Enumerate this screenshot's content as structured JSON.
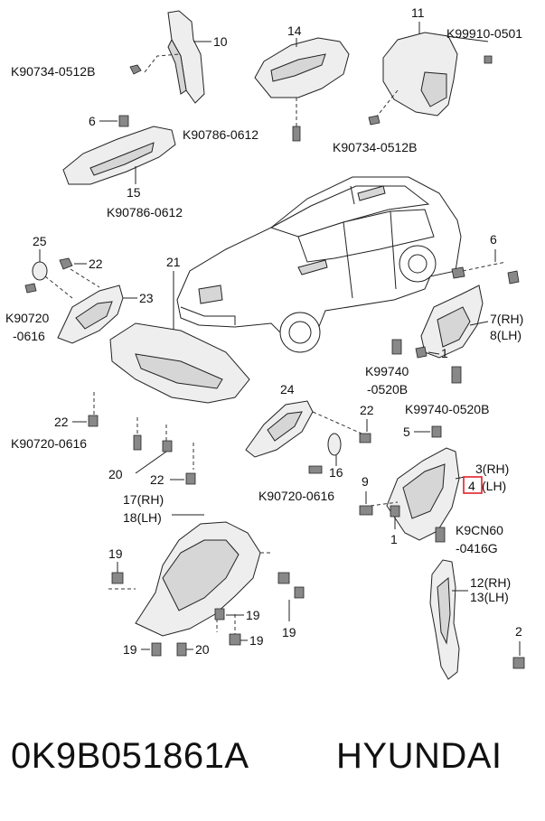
{
  "labels": {
    "l10": "10",
    "l14": "14",
    "l11": "11",
    "k_top_right": "K99910-0501",
    "k_top_left": "K90734-0512B",
    "l6a": "6",
    "k_mid_top": "K90786-0612",
    "k_right_mid": "K90734-0512B",
    "l15": "15",
    "k_left_mid": "K90786-0612",
    "l25": "25",
    "l22a": "22",
    "l21": "21",
    "l6b": "6",
    "l23": "23",
    "k_90720_a": "K90720",
    "k_0616_a": "-0616",
    "l7rh": "7(RH)",
    "l8lh": "8(LH)",
    "l1a": "1",
    "k_99740": "K99740",
    "k_0520b": "-0520B",
    "l24": "24",
    "k_99740_full": "K99740-0520B",
    "l22b": "22",
    "l22c": "22",
    "k_90720_0616_b": "K90720-0616",
    "l5": "5",
    "l20a": "20",
    "l22d": "22",
    "l16": "16",
    "l3rh": "3(RH)",
    "l4": "4",
    "l4lh": "(LH)",
    "l9": "9",
    "k_90720_0616_c": "K90720-0616",
    "l17rh": "17(RH)",
    "l18lh": "18(LH)",
    "k_9cn60": "K9CN60",
    "k_0416g": "-0416G",
    "l1b": "1",
    "l19a": "19",
    "l12rh": "12(RH)",
    "l13lh": "13(LH)",
    "l19b": "19",
    "l19c": "19",
    "l19d": "19",
    "l19e": "19",
    "l20b": "20",
    "l2": "2"
  },
  "footer": {
    "part_number": "0K9B051861A",
    "brand": "HYUNDAI"
  },
  "colors": {
    "highlight": "#e0212b",
    "line": "#222222",
    "background": "#ffffff"
  }
}
